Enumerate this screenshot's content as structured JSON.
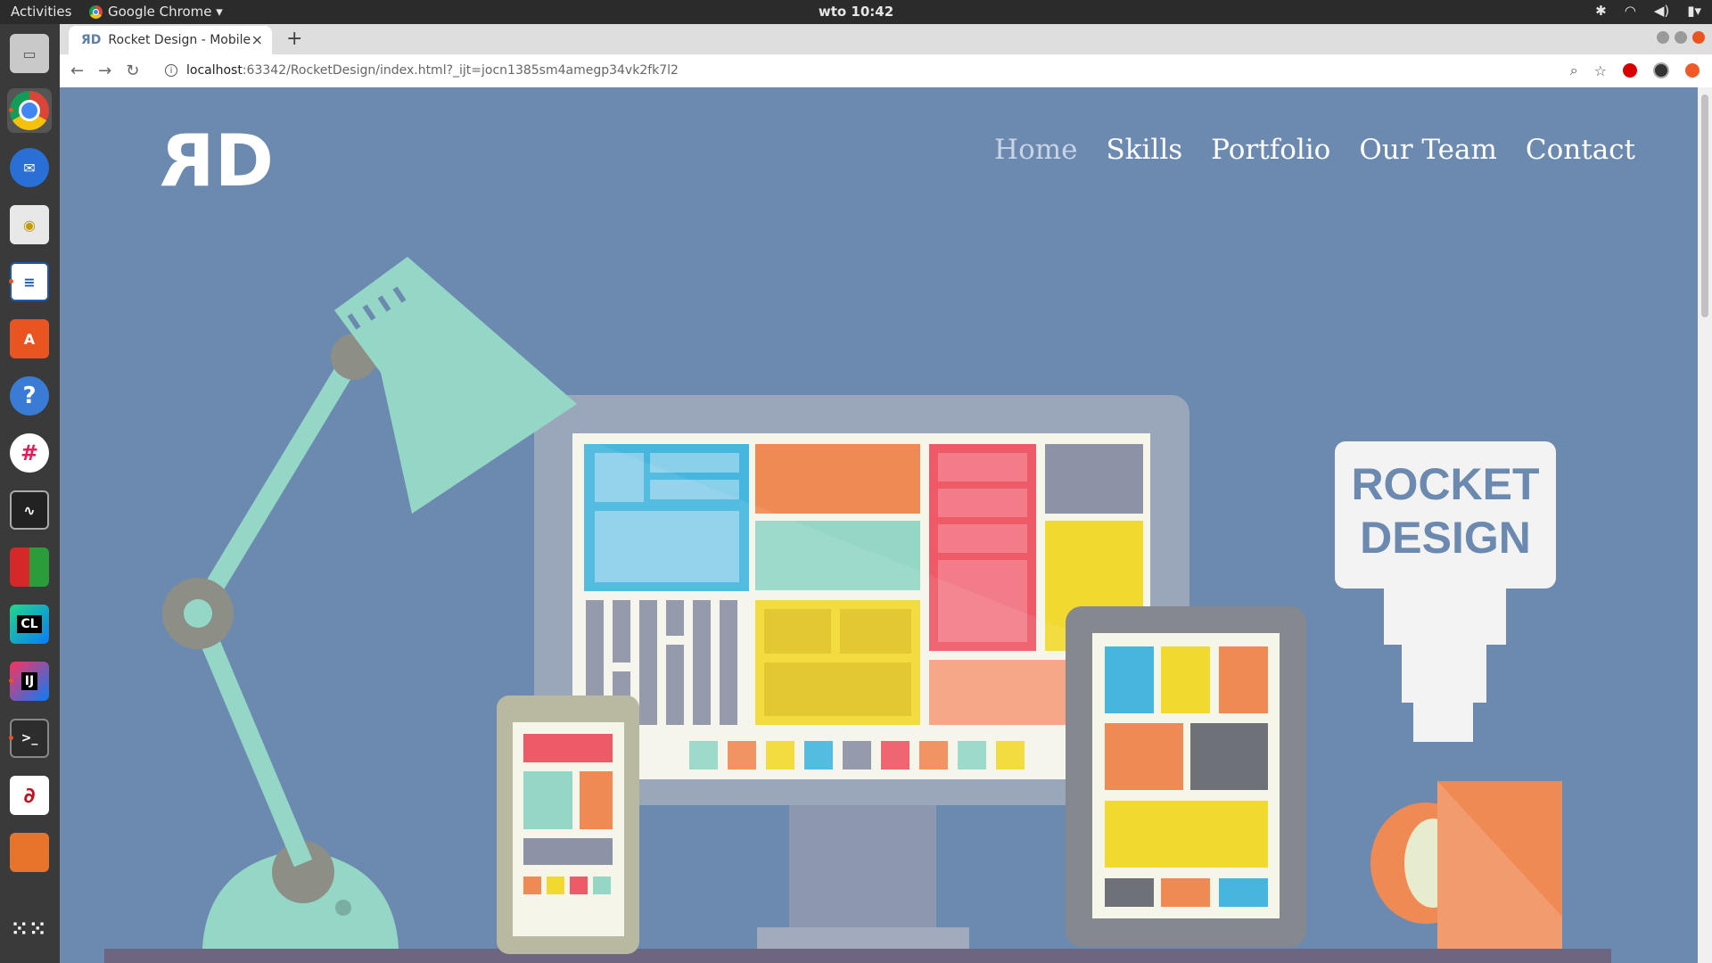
{
  "topbar": {
    "activities": "Activities",
    "app_menu": "Google Chrome ▾",
    "clock": "wto 10:42"
  },
  "browser": {
    "tab_title": "Rocket Design - Mobile W",
    "tab_close": "×",
    "new_tab": "+",
    "url_host": "localhost",
    "url_path": ":63342/RocketDesign/index.html?_ijt=jocn1385sm4amegp34vk2fk7l2",
    "nav_back": "←",
    "nav_forward": "→",
    "nav_reload": "↻"
  },
  "site": {
    "logo_text": "RD",
    "nav": [
      {
        "label": "Home",
        "active": true
      },
      {
        "label": "Skills"
      },
      {
        "label": "Portfolio"
      },
      {
        "label": "Our Team"
      },
      {
        "label": "Contact"
      }
    ],
    "sign_line1": "ROCKET",
    "sign_line2": "DESIGN"
  },
  "dock": {
    "items": [
      "files-icon",
      "chrome-icon",
      "thunderbird-icon",
      "rhythmbox-icon",
      "writer-icon",
      "software-center-icon",
      "help-icon",
      "slack-icon",
      "system-monitor-icon",
      "cubes-icon",
      "clion-icon",
      "intellij-icon",
      "terminal-icon",
      "pdf-reader-icon",
      "folder-icon",
      "apps-grid-icon"
    ]
  },
  "colors": {
    "page_bg": "#6c8aaf",
    "lamp": "#95d7c7",
    "red": "#ee5a68",
    "yellow": "#f2d92f",
    "blue": "#46b6df",
    "orange": "#f08a55"
  }
}
